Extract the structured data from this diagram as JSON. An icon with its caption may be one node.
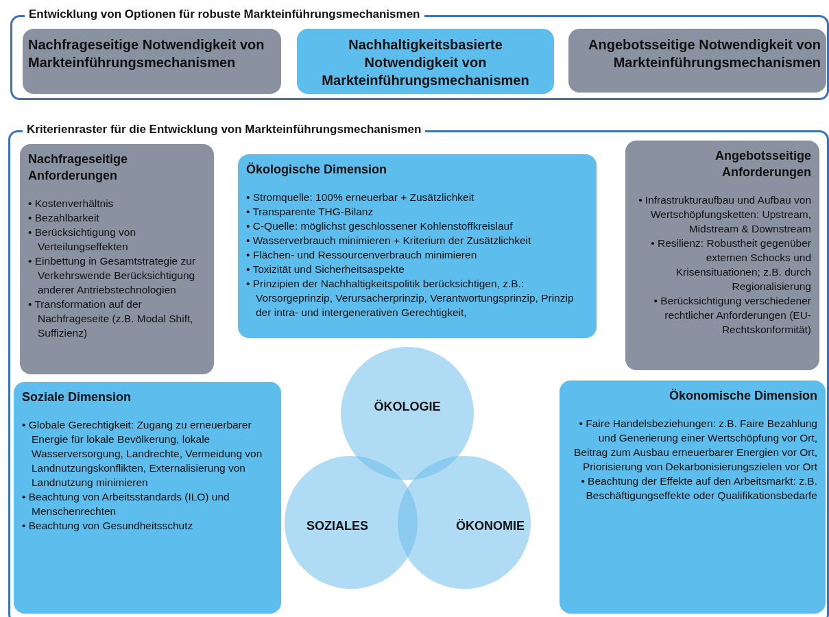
{
  "diagram": {
    "nodes": [
      {
        "text": [
          "Entwicklung von Optionen für robuste Markteinführungsmechanismen"
        ]
      },
      {
        "text": [
          "Nachfrageseitige Notwendigkeit von Markteinführungsmechanismen"
        ],
        "in": 0
      },
      {
        "text": [
          "Nachhaltigkeitsbasierte Notwendigkeit von Markteinführungsmechanismen"
        ],
        "in": 0
      },
      {
        "text": [
          "Angebotsseitige Notwendigkeit von Markteinführungsmechanismen"
        ],
        "in": 0
      },
      {
        "text": [
          "Kriterienraster für die Entwicklung von Markteinführungsmechanismen"
        ]
      },
      {
        "text": [
          "Nachfrageseitige Anforderungen",
          "• Kostenverhältnis",
          "• Bezahlbarkeit",
          "• Berücksichtigung von Verteilungseffekten",
          "• Einbettung in Gesamtstrategie zur Verkehrswende Berücksichtigung anderer Antriebstechnologien",
          "• Transformation auf der Nachfrageseite (z.B. Modal Shift, Suffizienz)"
        ],
        "in": 4
      },
      {
        "text": [
          "Ökologische Dimension",
          "• Stromquelle: 100% erneuerbar + Zusätzlichkeit",
          "• Transparente THG-Bilanz",
          "• C-Quelle: möglichst geschlossener Kohlenstoffkreislauf",
          "• Wasserverbrauch minimieren + Kriterium der Zusätzlichkeit",
          "• Flächen- und Ressourcenverbrauch minimieren",
          "• Toxizität und Sicherheitsaspekte",
          "• Prinzipien der Nachhaltigkeitspolitik berücksichtigen, z.B.: Vorsorgeprinzip, Verursacherprinzip, Verantwortungsprinzip, Prinzip der intra- und intergenerativen Gerechtigkeit,"
        ],
        "in": 4
      },
      {
        "text": [
          "Angebotsseitige Anforderungen",
          "• Infrastrukturaufbau und Aufbau von Wertschöpfungsketten: Upstream, Midstream & Downstream",
          "• Resilienz: Robustheit gegenüber externen Schocks und Krisensituationen; z.B. durch Regionalisierung",
          "• Berücksichtigung verschiedener rechtlicher Anforderungen (EU-Rechtskonformität)"
        ],
        "in": 4
      },
      {
        "text": [
          "Soziale Dimension",
          "• Globale Gerechtigkeit: Zugang zu erneuerbarer Energie für lokale Bevölkerung, lokale Wasserversorgung, Landrechte, Vermeidung von Landnutzungskonflikten, Externalisierung von Landnutzung minimieren",
          "• Beachtung von Arbeitsstandards (ILO) und Menschenrechten",
          "• Beachtung von Gesundheitsschutz"
        ],
        "in": 4
      },
      {
        "text": [
          "Ökonomische Dimension",
          "• Faire Handelsbeziehungen: z.B. Faire Bezahlung und Generierung einer Wertschöpfung vor Ort, Beitrag zum Ausbau erneuerbarer Energien vor Ort, Priorisierung von Dekarbonisierungszielen vor Ort",
          "• Beachtung der Effekte auf den Arbeitsmarkt: z.B. Beschäftigungseffekte oder Qualifikationsbedarfe"
        ],
        "in": 4
      },
      {
        "text": [
          "ÖKOLOGIE"
        ],
        "in": 4
      },
      {
        "text": [
          "SOZIALES"
        ],
        "in": 4
      },
      {
        "text": [
          "ÖKONOMIE"
        ],
        "in": 4
      }
    ]
  }
}
